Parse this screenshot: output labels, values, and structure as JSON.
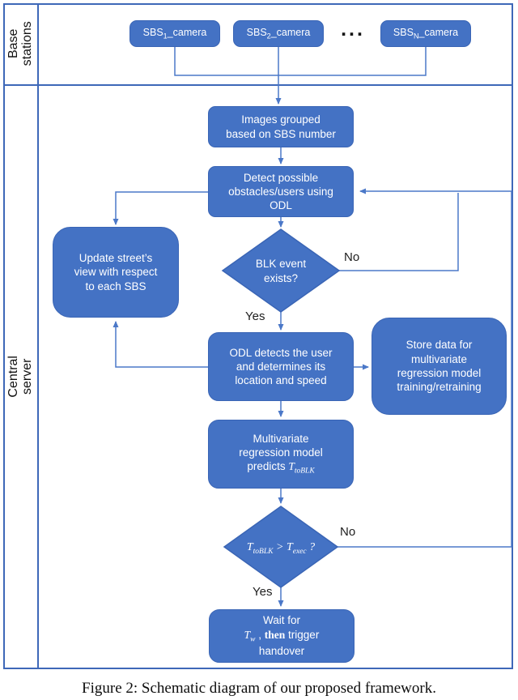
{
  "panel": {
    "row_labels": {
      "base": "Base\nstations",
      "central": "Central server"
    }
  },
  "base_stations": {
    "sbs1": {
      "prefix": "SBS",
      "sub": "1",
      "suffix": "_camera"
    },
    "sbs2": {
      "prefix": "SBS",
      "sub": "2",
      "suffix": "_camera"
    },
    "sbsN": {
      "prefix": "SBS",
      "sub": "N",
      "suffix": "_camera"
    },
    "ellipsis": "..."
  },
  "nodes": {
    "images": "Images grouped\nbased on SBS number",
    "detect": "Detect possible\nobstacles/users using\nODL",
    "update": "Update street’s\nview with respect\nto each SBS",
    "diamond1": "BLK event\nexists?",
    "odl": "ODL detects the user\nand determines its\nlocation and speed",
    "store": "Store data for\nmultivariate\nregression model\ntraining/retraining",
    "multivariate": {
      "head": "Multivariate\nregression model",
      "predicts": "predicts ",
      "t": "T",
      "t_sub": "toBLK"
    },
    "diamond2": {
      "t1": "T",
      "t1_sub": "toBLK",
      "op": " > ",
      "t2": "T",
      "t2_sub": "exec",
      "q": " ?"
    },
    "wait": {
      "line1": "Wait for",
      "t": "T",
      "t_sub": "w",
      "sep": " , ",
      "then": "then",
      "trigger": " trigger",
      "line3": "handover"
    }
  },
  "edges": {
    "yes1": "Yes",
    "no1": "No",
    "yes2": "Yes",
    "no2": "No"
  },
  "caption": "Figure 2: Schematic diagram of our proposed framework.",
  "colors": {
    "node_fill": "#4472c4",
    "node_border": "#3a65b5",
    "connector": "#4b78c8",
    "frame": "#3e68b8",
    "text_on_node": "#ffffff"
  }
}
